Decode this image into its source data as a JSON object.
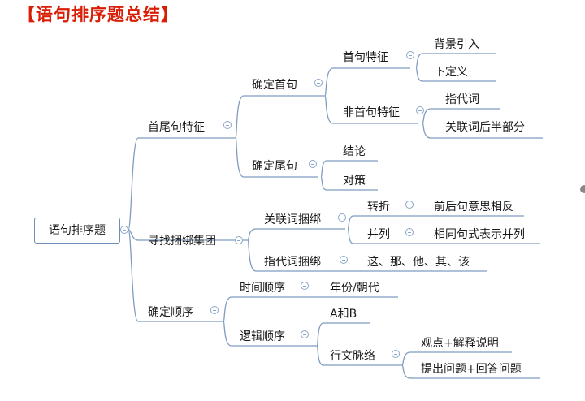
{
  "title": "【语句排序题总结】",
  "root": "语句排序题",
  "branches": {
    "b1": "首尾句特征",
    "b1_1": "确定首句",
    "b1_1_1": "首句特征",
    "b1_1_1_1": "背景引入",
    "b1_1_1_2": "下定义",
    "b1_1_2": "非首句特征",
    "b1_1_2_1": "指代词",
    "b1_1_2_2": "关联词后半部分",
    "b1_2": "确定尾句",
    "b1_2_1": "结论",
    "b1_2_2": "对策",
    "b2": "寻找捆绑集团",
    "b2_1": "关联词捆绑",
    "b2_1_1": "转折",
    "b2_1_1_1": "前后句意思相反",
    "b2_1_2": "并列",
    "b2_1_2_1": "相同句式表示并列",
    "b2_2": "指代词捆绑",
    "b2_2_1": "这、那、他、其、该",
    "b3": "确定顺序",
    "b3_1": "时间顺序",
    "b3_1_1": "年份/朝代",
    "b3_2": "逻辑顺序",
    "b3_2_1": "A和B",
    "b3_2_2": "行文脉络",
    "b3_2_2_1": "观点+解释说明",
    "b3_2_2_2": "提出问题+回答问题"
  },
  "colors": {
    "line": "#7f9cc0",
    "title": "#d81e06"
  }
}
